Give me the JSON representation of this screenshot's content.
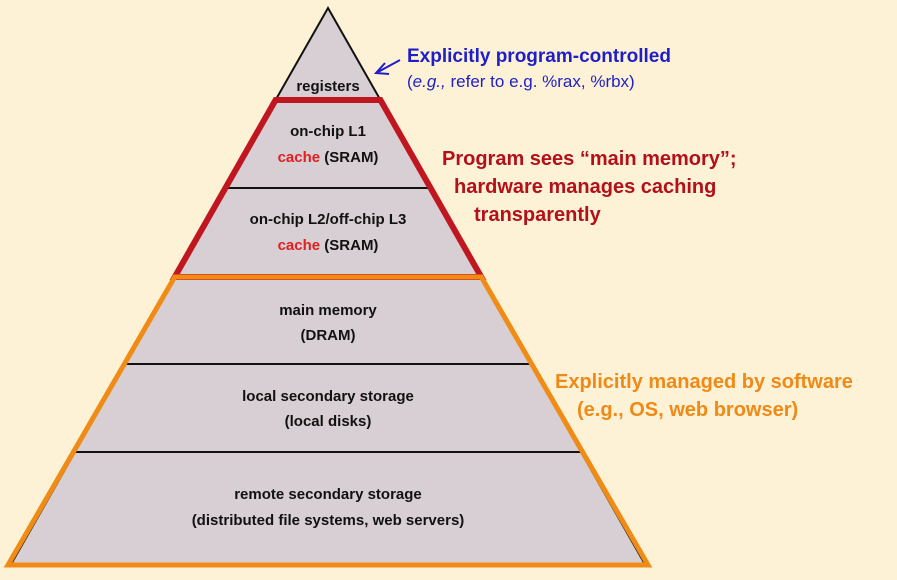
{
  "pyramid": {
    "fill": "#d7cfd3",
    "levels": [
      {
        "key": "registers",
        "lines": [
          [
            {
              "t": "registers"
            }
          ]
        ]
      },
      {
        "key": "l1",
        "lines": [
          [
            {
              "t": "on-chip L1"
            }
          ],
          [
            {
              "t": "cache",
              "c": "#e02020"
            },
            {
              "t": " (SRAM)"
            }
          ]
        ]
      },
      {
        "key": "l2l3",
        "lines": [
          [
            {
              "t": "on-chip L2/off-chip L3"
            }
          ],
          [
            {
              "t": "cache",
              "c": "#e02020"
            },
            {
              "t": " (SRAM)"
            }
          ]
        ]
      },
      {
        "key": "main-memory",
        "lines": [
          [
            {
              "t": "main memory"
            }
          ],
          [
            {
              "t": "(DRAM)"
            }
          ]
        ]
      },
      {
        "key": "local-storage",
        "lines": [
          [
            {
              "t": "local secondary storage"
            }
          ],
          [
            {
              "t": "(local disks)"
            }
          ]
        ]
      },
      {
        "key": "remote-storage",
        "lines": [
          [
            {
              "t": "remote secondary storage"
            }
          ],
          [
            {
              "t": "(distributed file systems, web servers)"
            }
          ]
        ]
      }
    ]
  },
  "annotations": {
    "program": {
      "title": "Explicitly program-controlled",
      "sub_prefix": "e.g.,",
      "sub_rest": " refer to e.g. %rax, %rbx)",
      "color": "#1f1fc8"
    },
    "hardware": {
      "line1": "Program sees “main memory”;",
      "line2": "hardware manages caching",
      "line3": "transparently",
      "color": "#b3101a"
    },
    "software": {
      "line1": "Explicitly managed by software",
      "line2": "(e.g., OS, web browser)",
      "color": "#ef8a17"
    }
  },
  "colors": {
    "background": "#fdf2d6",
    "cache_border": "#c01620",
    "software_border": "#f08c16",
    "divider": "#111111"
  }
}
